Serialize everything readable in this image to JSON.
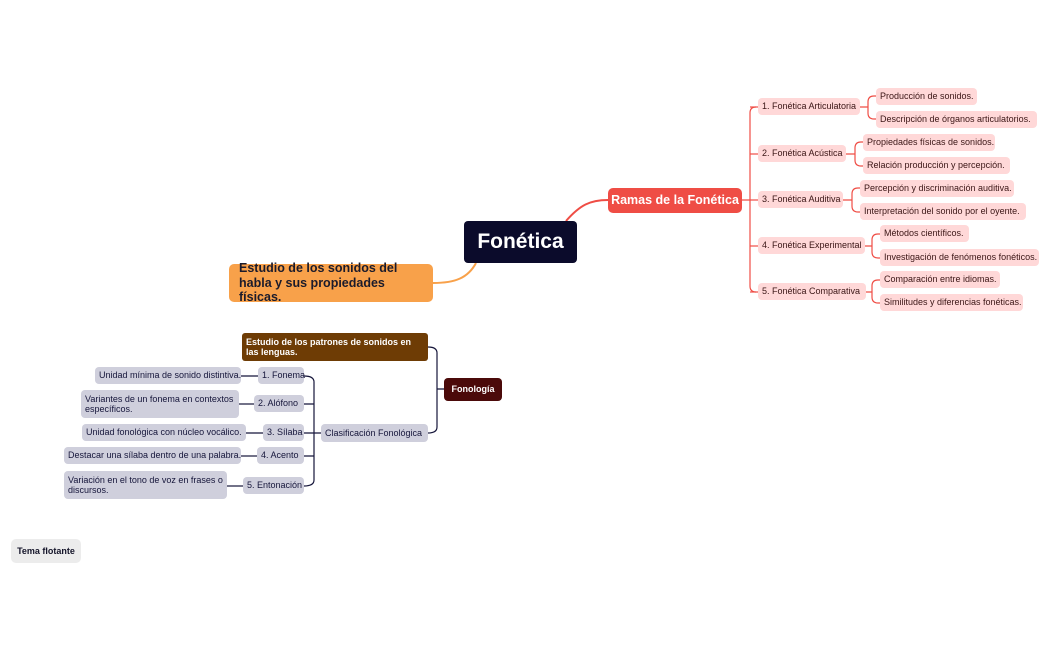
{
  "root": {
    "label": "Fonética"
  },
  "definition": {
    "label": "Estudio de los sonidos del habla y sus propiedades físicas."
  },
  "ramas": {
    "label": "Ramas de la Fonética",
    "items": [
      {
        "label": "1. Fonética Articulatoria",
        "children": [
          "Producción de sonidos.",
          "Descripción de órganos articulatorios."
        ]
      },
      {
        "label": "2. Fonética Acústica",
        "children": [
          "Propiedades físicas de sonidos.",
          "Relación producción y percepción."
        ]
      },
      {
        "label": "3. Fonética Auditiva",
        "children": [
          "Percepción y discriminación auditiva.",
          "Interpretación del sonido por el oyente."
        ]
      },
      {
        "label": "4. Fonética Experimental",
        "children": [
          "Métodos científicos.",
          "Investigación de fenómenos fonéticos."
        ]
      },
      {
        "label": "5. Fonética Comparativa",
        "children": [
          "Comparación entre idiomas.",
          "Similitudes y diferencias fonéticas."
        ]
      }
    ]
  },
  "fonologia": {
    "label": "Fonología",
    "definition": "Estudio de los patrones de sonidos en las lenguas.",
    "clasificacion": {
      "label": "Clasificación Fonológica",
      "items": [
        {
          "label": "1. Fonema",
          "child": "Unidad mínima de sonido distintiva."
        },
        {
          "label": "2. Alófono",
          "child": "Variantes de un fonema en contextos específicos."
        },
        {
          "label": "3. Sílaba",
          "child": "Unidad fonológica con núcleo vocálico."
        },
        {
          "label": "4. Acento",
          "child": "Destacar una sílaba dentro de una palabra."
        },
        {
          "label": "5. Entonación",
          "child": "Variación en el tono de voz en frases o discursos."
        }
      ]
    }
  },
  "floating_topic": {
    "label": "Tema flotante"
  },
  "colors": {
    "root": "#0b0b2b",
    "definition": "#f8a14a",
    "ramas": "#ef4d45",
    "ramas_leaf": "#ffd8d8",
    "fonologia": "#4b0a0a",
    "patrones": "#6e3c05",
    "fonologia_leaf": "#cfcfdc",
    "line_dark": "#15153a"
  }
}
